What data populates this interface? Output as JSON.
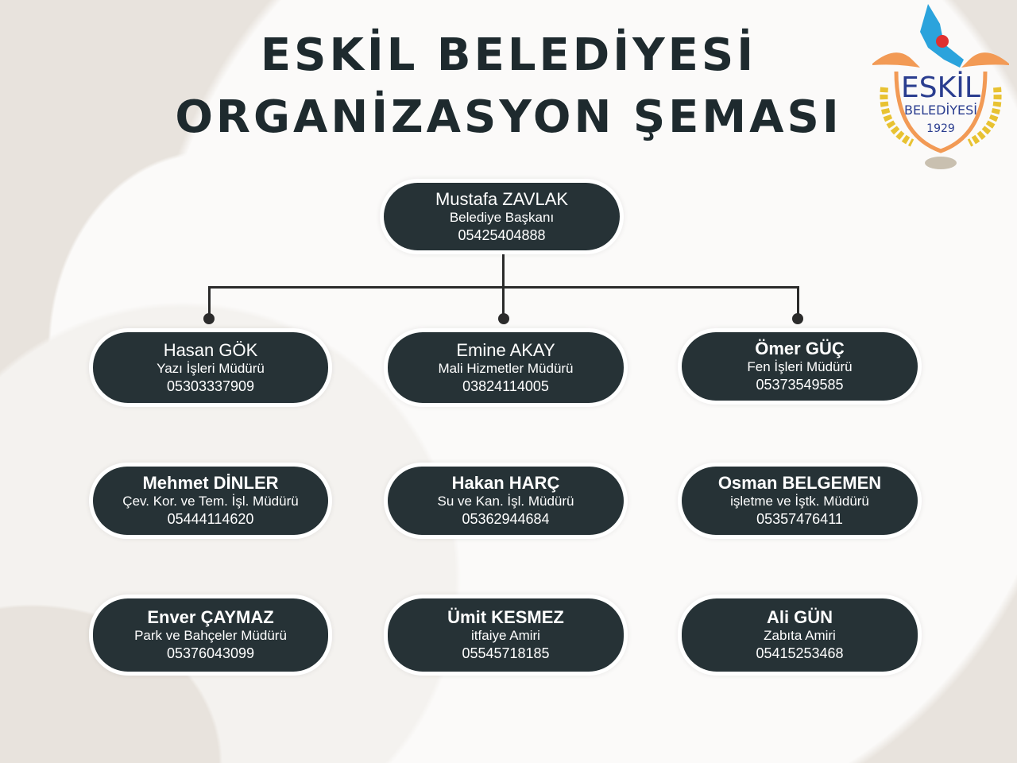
{
  "title": {
    "line1": "ESKİL BELEDİYESİ",
    "line2": "ORGANİZASYON ŞEMASI"
  },
  "logo": {
    "name": "ESKİL",
    "sub": "BELEDİYESİ",
    "year": "1929"
  },
  "head": {
    "name": "Mustafa ZAVLAK",
    "role": "Belediye Başkanı",
    "phone": "05425404888"
  },
  "staff": [
    {
      "name": "Hasan GÖK",
      "role": "Yazı İşleri Müdürü",
      "phone": "05303337909"
    },
    {
      "name": "Emine AKAY",
      "role": "Mali Hizmetler Müdürü",
      "phone": "03824114005"
    },
    {
      "name": "Ömer GÜÇ",
      "role": "Fen İşleri Müdürü",
      "phone": "05373549585"
    },
    {
      "name": "Mehmet DİNLER",
      "role": "Çev. Kor. ve Tem. İşl. Müdürü",
      "phone": "05444114620"
    },
    {
      "name": "Hakan HARÇ",
      "role": "Su ve Kan. İşl. Müdürü",
      "phone": "05362944684"
    },
    {
      "name": "Osman BELGEMEN",
      "role": "işletme ve İştk. Müdürü",
      "phone": "05357476411"
    },
    {
      "name": "Enver ÇAYMAZ",
      "role": "Park ve Bahçeler Müdürü",
      "phone": "05376043099"
    },
    {
      "name": "Ümit KESMEZ",
      "role": "itfaiye Amiri",
      "phone": "05545718185"
    },
    {
      "name": "Ali GÜN",
      "role": "Zabıta Amiri",
      "phone": "05415253468"
    }
  ]
}
